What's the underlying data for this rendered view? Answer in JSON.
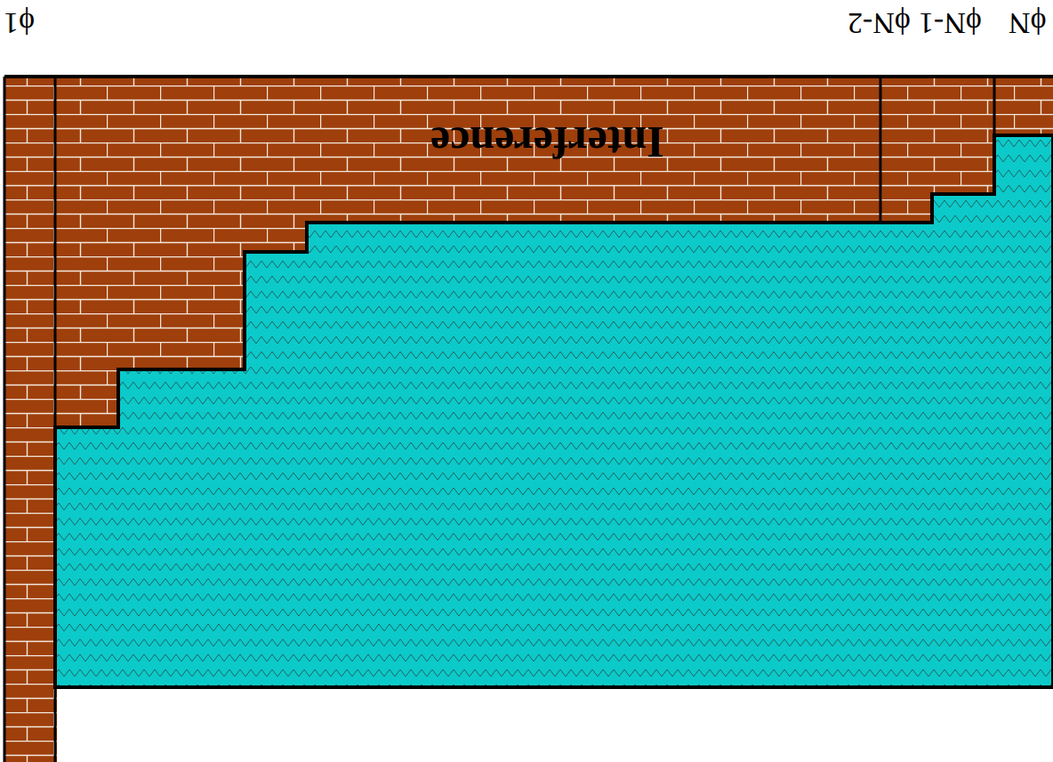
{
  "diagram": {
    "labels": [
      "Interference",
      "ϕ1",
      "ϕN",
      "ϕN-1",
      "ϕN-2"
    ]
  }
}
